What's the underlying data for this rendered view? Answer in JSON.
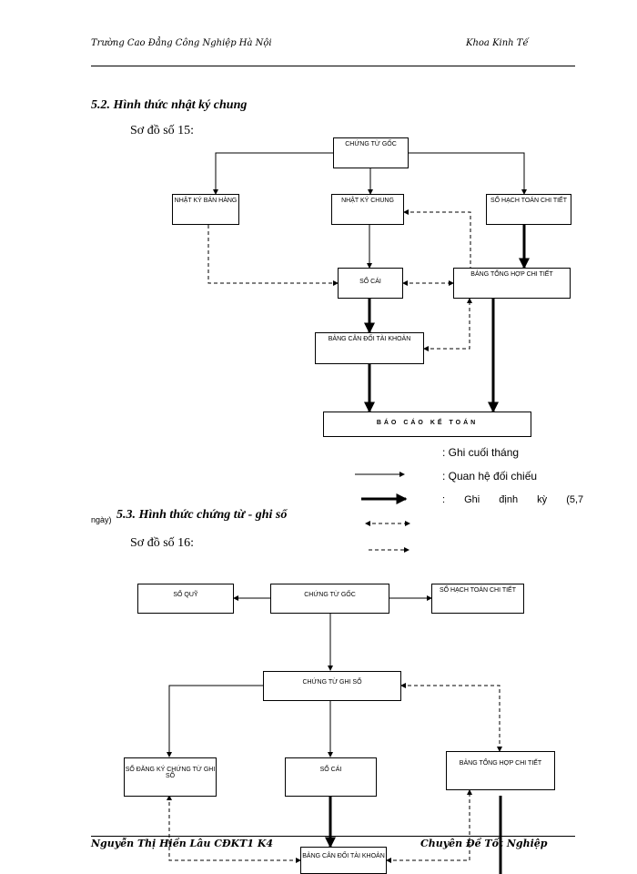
{
  "header": {
    "left": "Trường Cao Đẳng Công Nghiệp Hà Nội",
    "right": "Khoa Kinh Tế"
  },
  "footer": {
    "left": "Nguyễn Thị Hiền Lâu CĐKT1 K4",
    "right": "Chuyên Đề Tốt Nghiệp"
  },
  "section_52": {
    "heading": "5.2. Hình thức nhật ký chung",
    "caption": "Sơ đồ số 15:",
    "boxes": {
      "chung_tu_goc": "CHỨNG TỪ GỐC",
      "nhat_ky_ban_hang": "NHẬT KÝ BÁN HÀNG",
      "nhat_ky_chung": "NHẬT KÝ CHUNG",
      "so_hach_toan_chi_tiet": "SỔ HẠCH TOÁN CHI TIẾT",
      "so_cai": "SỔ CÁI",
      "bang_tong_hop_chi_tiet": "BẢNG TỔNG HỢP CHI TIẾT",
      "bang_can_doi_tai_khoan": "BẢNG CÂN ĐỐI TÀI KHOẢN",
      "bao_cao_ke_toan": "BÁO CÁO KẾ TOÁN"
    }
  },
  "legend": {
    "items": [
      ": Ghi cuối tháng",
      ": Quan hệ đối chiếu",
      ": Ghi định kỳ (5,7"
    ],
    "trailing": "ngày)"
  },
  "section_53": {
    "heading": "5.3. Hình thức chứng từ - ghi sổ",
    "caption": "Sơ đồ số 16:",
    "boxes": {
      "so_quy": "SỔ QUỸ",
      "chung_tu_goc": "CHỨNG TỪ GỐC",
      "so_hach_toan_chi_tiet": "SỔ HẠCH TOÁN CHI TIẾT",
      "chung_tu_ghi_so": "CHỨNG TỪ GHI SỔ",
      "so_dang_ky": "SỔ ĐĂNG KÝ CHỨNG TỪ GHI SỔ",
      "so_cai": "SỔ CÁI",
      "bang_tong_hop_chi_tiet": "BẢNG TỔNG HỢP CHI TIẾT",
      "bang_can_doi": "BẢNG CÂN ĐỐI TÀI KHOẢN"
    }
  }
}
